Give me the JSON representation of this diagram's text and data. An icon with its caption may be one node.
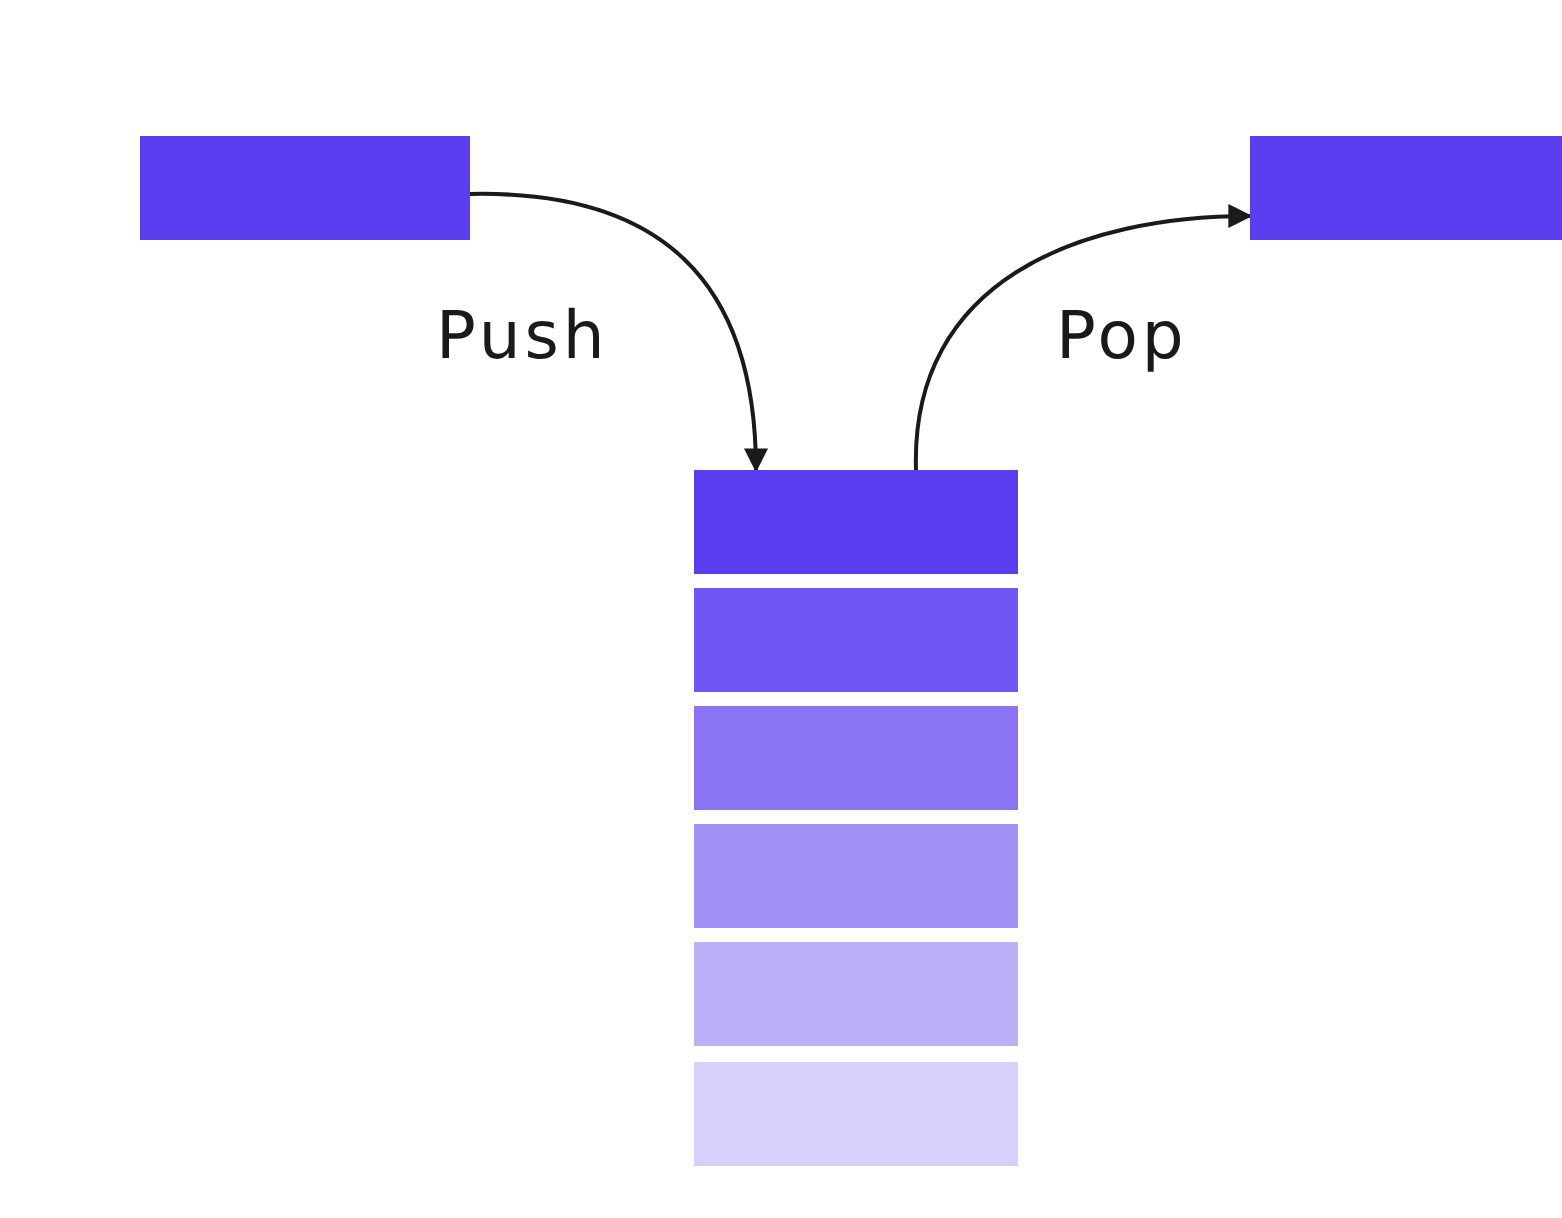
{
  "diagram": {
    "nodes": [
      {
        "text": [],
        "shape": "bar"
      },
      {
        "text": [],
        "shape": "bar"
      },
      {
        "text": [],
        "shape": "bar"
      },
      {
        "text": [],
        "shape": "bar"
      },
      {
        "text": [],
        "shape": "bar"
      },
      {
        "text": [],
        "shape": "bar"
      },
      {
        "text": [],
        "shape": "bar"
      },
      {
        "text": [],
        "shape": "bar"
      }
    ],
    "edges": [
      {
        "from": 0,
        "to": 2,
        "arrow": "to",
        "label": "Push"
      },
      {
        "from": 2,
        "to": 1,
        "arrow": "to",
        "label": "Pop"
      }
    ]
  }
}
